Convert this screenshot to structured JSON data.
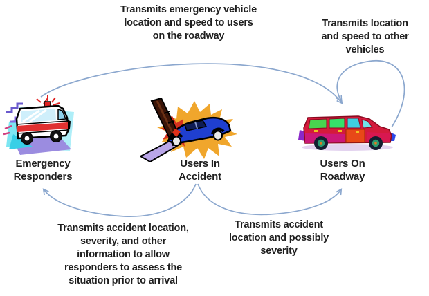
{
  "diagram_type": "communication-flow",
  "colors": {
    "background": "#ffffff",
    "arrow": "#8ba7ce",
    "text": "#1f1f1f"
  },
  "nodes": [
    {
      "id": "emergency-responders",
      "label": "Emergency\nResponders",
      "icon": "ambulance-icon"
    },
    {
      "id": "users-in-accident",
      "label": "Users In\nAccident",
      "icon": "car-crash-icon"
    },
    {
      "id": "users-on-roadway",
      "label": "Users On\nRoadway",
      "icon": "suv-icon"
    }
  ],
  "annotations": {
    "top_center": "Transmits emergency vehicle\nlocation and speed to users\non the roadway",
    "top_right": "Transmits location\nand speed to other\nvehicles",
    "bottom_left": "Transmits accident location,\nseverity, and other\ninformation to allow\nresponders to assess the\nsituation prior to arrival",
    "bottom_right": "Transmits accident\nlocation and possibly\nseverity"
  },
  "edges": [
    {
      "from": "emergency-responders",
      "to": "users-on-roadway",
      "label": "Transmits emergency vehicle location and speed to users on the roadway"
    },
    {
      "from": "users-on-roadway",
      "to": "users-on-roadway",
      "label": "Transmits location and speed to other vehicles"
    },
    {
      "from": "users-in-accident",
      "to": "emergency-responders",
      "label": "Transmits accident location, severity, and other information to allow responders to assess the situation prior to arrival"
    },
    {
      "from": "users-in-accident",
      "to": "users-on-roadway",
      "label": "Transmits accident location and possibly severity"
    }
  ]
}
